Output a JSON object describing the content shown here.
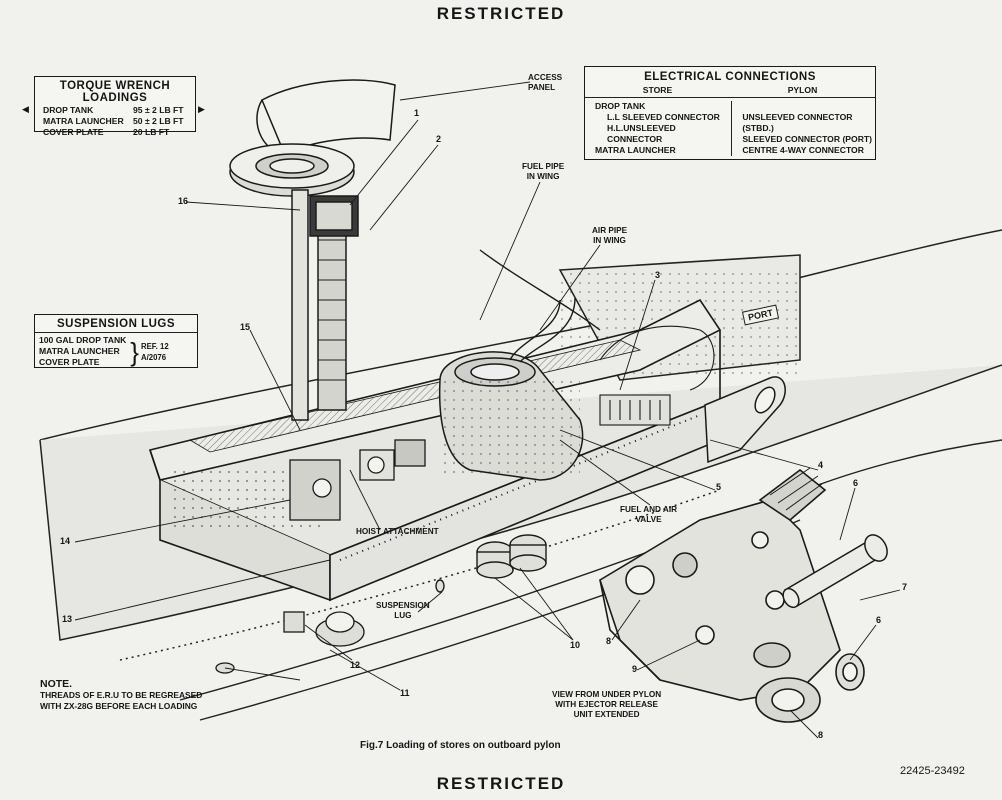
{
  "header": {
    "restricted_top": "RESTRICTED",
    "restricted_bottom": "RESTRICTED"
  },
  "torque": {
    "title": "TORQUE WRENCH LOADINGS",
    "rows": [
      {
        "item": "DROP TANK",
        "value": "95 ± 2 LB FT"
      },
      {
        "item": "MATRA LAUNCHER",
        "value": "50 ± 2 LB FT"
      },
      {
        "item": "COVER PLATE",
        "value": "20 LB FT"
      }
    ]
  },
  "electrical": {
    "title": "ELECTRICAL CONNECTIONS",
    "col_store": "STORE",
    "col_pylon": "PYLON",
    "rows": [
      {
        "store": "DROP TANK",
        "pylon": ""
      },
      {
        "store": "L.L SLEEVED CONNECTOR",
        "pylon": "UNSLEEVED CONNECTOR (STBD.)"
      },
      {
        "store": "H.L.UNSLEEVED CONNECTOR",
        "pylon": "SLEEVED CONNECTOR (PORT)"
      },
      {
        "store": "MATRA LAUNCHER",
        "pylon": "CENTRE 4-WAY CONNECTOR"
      }
    ]
  },
  "suspension": {
    "title": "SUSPENSION LUGS",
    "items": [
      "100 GAL DROP TANK",
      "MATRA LAUNCHER",
      "COVER PLATE"
    ],
    "ref": "REF. 12 A/2076"
  },
  "note": {
    "title": "NOTE.",
    "text_1": "THREADS OF E.R.U TO BE REGREASED",
    "text_2": "WITH ZX-28G BEFORE EACH LOADING"
  },
  "labels": {
    "access_panel_1": "ACCESS",
    "access_panel_2": "PANEL",
    "fuel_pipe_1": "FUEL PIPE",
    "fuel_pipe_2": "IN WING",
    "air_pipe_1": "AIR PIPE",
    "air_pipe_2": "IN WING",
    "hoist": "HOIST ATTACHMENT",
    "fuel_air_1": "FUEL AND AIR",
    "fuel_air_2": "VALVE",
    "suspension_lug_1": "SUSPENSION",
    "suspension_lug_2": "LUG",
    "view_1": "VIEW FROM UNDER PYLON",
    "view_2": "WITH EJECTOR RELEASE",
    "view_3": "UNIT EXTENDED",
    "port": "PORT"
  },
  "numbers": [
    "1",
    "2",
    "3",
    "4",
    "5",
    "6",
    "6",
    "7",
    "8",
    "8",
    "9",
    "10",
    "11",
    "12",
    "13",
    "14",
    "15",
    "16"
  ],
  "caption": "Fig.7 Loading of stores on outboard pylon",
  "ref_number": "22425-23492"
}
